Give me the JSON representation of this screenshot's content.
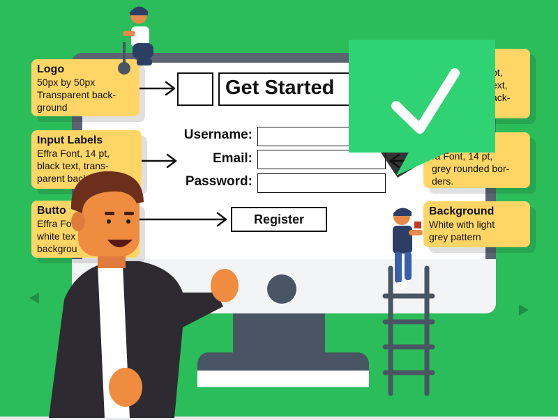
{
  "form": {
    "title": "Get Started",
    "username_label": "Username:",
    "email_label": "Email:",
    "password_label": "Password:",
    "register_label": "Register"
  },
  "callouts": {
    "logo": {
      "title": "Logo",
      "body": "50px by 50px\nTransparent back-\nground"
    },
    "input_labels": {
      "title": "Input Labels",
      "body": "Effra Font, 14 pt,\nblack text, trans-\nparent background."
    },
    "button": {
      "title": "Butto",
      "body": "Effra Fo\nwhite tex\nbackgrou"
    },
    "title_spec": {
      "body": "pt,\next,\nack-"
    },
    "input_fields": {
      "body": "ra Font, 14 pt,\ngrey rounded bor-\nders."
    },
    "background": {
      "title": "Background",
      "body": "White with light\ngrey pattern"
    }
  },
  "colors": {
    "background": "#2bbd5a",
    "callout": "#ffd666",
    "check_bubble": "#2fd374",
    "monitor": "#5b6470"
  },
  "icons": {
    "check": "check-icon",
    "arrow": "arrow-right-icon"
  }
}
